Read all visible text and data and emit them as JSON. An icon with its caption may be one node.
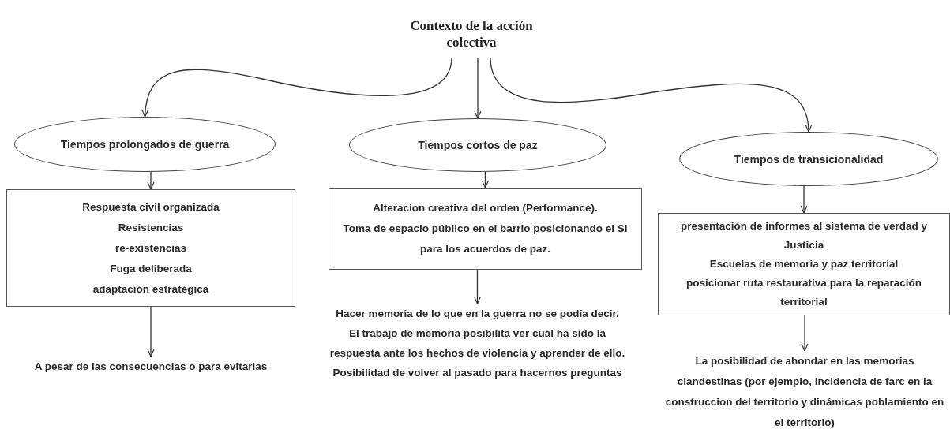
{
  "diagram": {
    "nodes": [
      {
        "text": [
          "Contexto de la acción colectiva"
        ]
      },
      {
        "text": [
          "Tiempos prolongados de guerra"
        ]
      },
      {
        "text": [
          "Tiempos cortos de paz"
        ]
      },
      {
        "text": [
          "Tiempos de transicionalidad"
        ]
      },
      {
        "text": [
          "Respuesta civil organizada",
          "Resistencias",
          "re-existencias",
          "Fuga deliberada",
          "adaptación estratégica"
        ]
      },
      {
        "text": [
          "Alteracion creativa del orden (Performance).",
          "Toma de espacio público en el barrio posicionando el Si para los acuerdos de paz."
        ]
      },
      {
        "text": [
          "presentación de informes al sistema de verdad y Justicia",
          "Escuelas de memoria y paz territorial",
          "posicionar ruta restaurativa para la reparación territorial"
        ]
      },
      {
        "text": [
          "A pesar de las consecuencias o para evitarlas"
        ]
      },
      {
        "text": [
          "Hacer memoria de lo que en la guerra no se podía decir.",
          "El trabajo de memoria posibilita ver cuál ha sido la respuesta ante los hechos de violencia y aprender de ello.",
          "Posibilidad de volver al pasado para hacernos preguntas"
        ]
      },
      {
        "text": [
          "La posibilidad de ahondar en las memorias clandestinas (por ejemplo, incidencia de farc en la construccion del territorio y dinámicas poblamiento en el territorio)"
        ]
      }
    ],
    "edges": [
      {
        "from": 0,
        "to": 1,
        "arrow": "to"
      },
      {
        "from": 0,
        "to": 2,
        "arrow": "to"
      },
      {
        "from": 0,
        "to": 3,
        "arrow": "to"
      },
      {
        "from": 1,
        "to": 4,
        "arrow": "to"
      },
      {
        "from": 2,
        "to": 5,
        "arrow": "to"
      },
      {
        "from": 3,
        "to": 6,
        "arrow": "to"
      },
      {
        "from": 4,
        "to": 7,
        "arrow": "to"
      },
      {
        "from": 5,
        "to": 8,
        "arrow": "to"
      },
      {
        "from": 6,
        "to": 9,
        "arrow": "to"
      }
    ]
  }
}
